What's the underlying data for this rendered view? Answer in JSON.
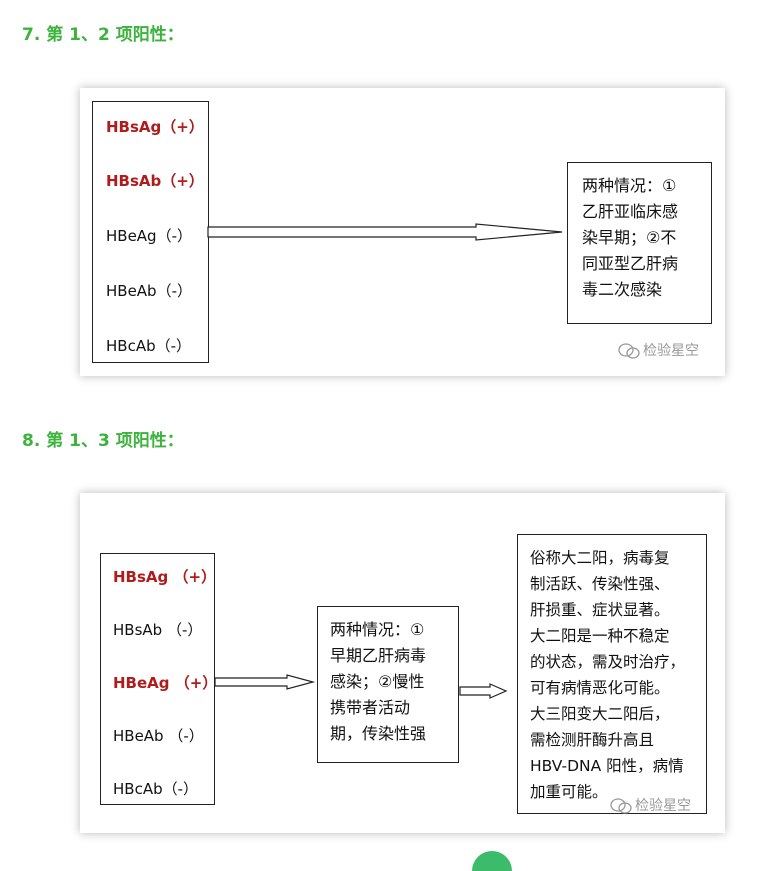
{
  "section7": {
    "heading": "7. 第 1、2 项阳性：",
    "markers": [
      {
        "name": "HBsAg",
        "sign": "（+）",
        "positive": true
      },
      {
        "name": "HBsAb",
        "sign": "（+）",
        "positive": true
      },
      {
        "name": "HBeAg",
        "sign": "（-）",
        "positive": false
      },
      {
        "name": "HBeAb",
        "sign": "（-）",
        "positive": false
      },
      {
        "name": "HBcAb",
        "sign": "（-）",
        "positive": false
      }
    ],
    "result_lines": [
      "两种情况：①",
      "乙肝亚临床感",
      "染早期；②不",
      "同亚型乙肝病",
      "毒二次感染"
    ],
    "watermark": "检验星空"
  },
  "section8": {
    "heading": "8. 第 1、3 项阳性：",
    "markers": [
      {
        "name": "HBsAg",
        "sign": "（+）",
        "positive": true
      },
      {
        "name": "HBsAb",
        "sign": "（-）",
        "positive": false
      },
      {
        "name": "HBeAg",
        "sign": "（+）",
        "positive": true
      },
      {
        "name": "HBeAb",
        "sign": "（-）",
        "positive": false
      },
      {
        "name": "HBcAb",
        "sign": "（-）",
        "positive": false
      }
    ],
    "middle_lines": [
      "两种情况：①",
      "早期乙肝病毒",
      "感染；②慢性",
      "携带者活动",
      "期，传染性强"
    ],
    "right_lines": [
      "俗称大二阳，病毒复",
      "制活跃、传染性强、",
      "肝损重、症状显著。",
      "大二阳是一种不稳定",
      "的状态，需及时治疗，",
      "可有病情恶化可能。",
      "大三阳变大二阳后，",
      "需检测肝酶升高且",
      "HBV-DNA 阳性，病情",
      "加重可能。"
    ],
    "watermark": "检验星空"
  },
  "colors": {
    "heading": "#3cb33c",
    "positive_marker": "#b01c1c"
  }
}
